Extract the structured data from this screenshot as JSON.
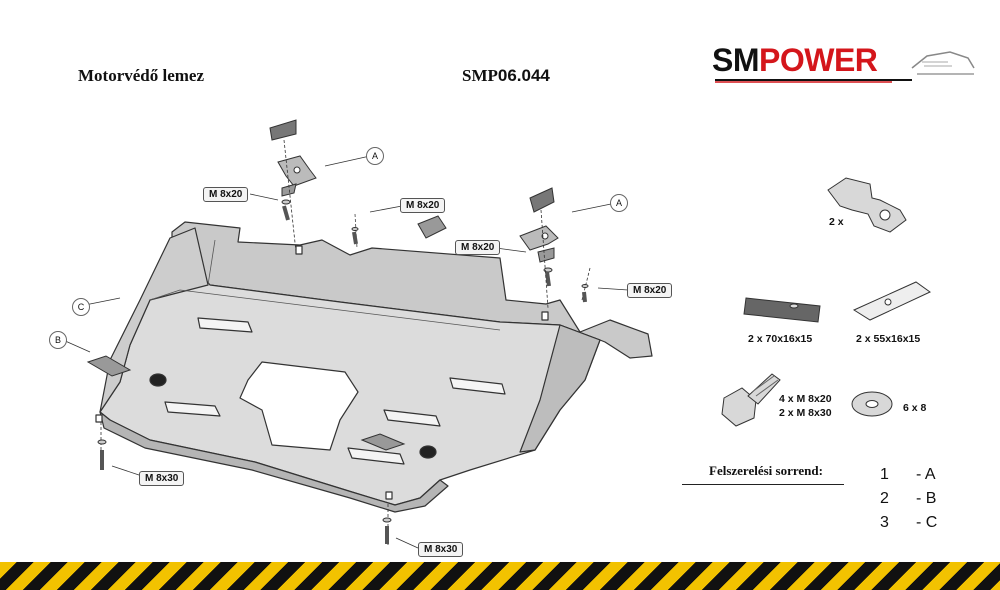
{
  "header": {
    "title": "Motorvédő lemez",
    "code_prefix": "SMP",
    "code_number": "06.044"
  },
  "logo": {
    "part1": "SM",
    "part2": "POWER",
    "color_dark": "#111111",
    "color_red": "#d4161b"
  },
  "callouts": {
    "m8x20_a": "M 8x20",
    "m8x20_b": "M 8x20",
    "m8x20_c": "M 8x20",
    "m8x20_d": "M 8x20",
    "m8x30_a": "M 8x30",
    "m8x30_b": "M 8x30"
  },
  "markers": {
    "a1": "A",
    "a2": "A",
    "b": "B",
    "c": "C"
  },
  "parts": {
    "bracket_qty": "2 x",
    "plate1": "2 x 70x16x15",
    "plate2": "2 x 55x16x15",
    "bolt_line1": "4 x  M 8x20",
    "bolt_line2": "2 x  M 8x30",
    "washer": "6  x  8"
  },
  "install_order": {
    "title": "Felszerelési sorrend:",
    "steps": [
      {
        "num": "1",
        "letter": "- A"
      },
      {
        "num": "2",
        "letter": "- B"
      },
      {
        "num": "3",
        "letter": "- C"
      }
    ]
  },
  "colors": {
    "plate_fill": "#dcdcdc",
    "plate_side": "#c4c4c4",
    "stripe_yellow": "#f2c200",
    "stripe_black": "#111111"
  }
}
